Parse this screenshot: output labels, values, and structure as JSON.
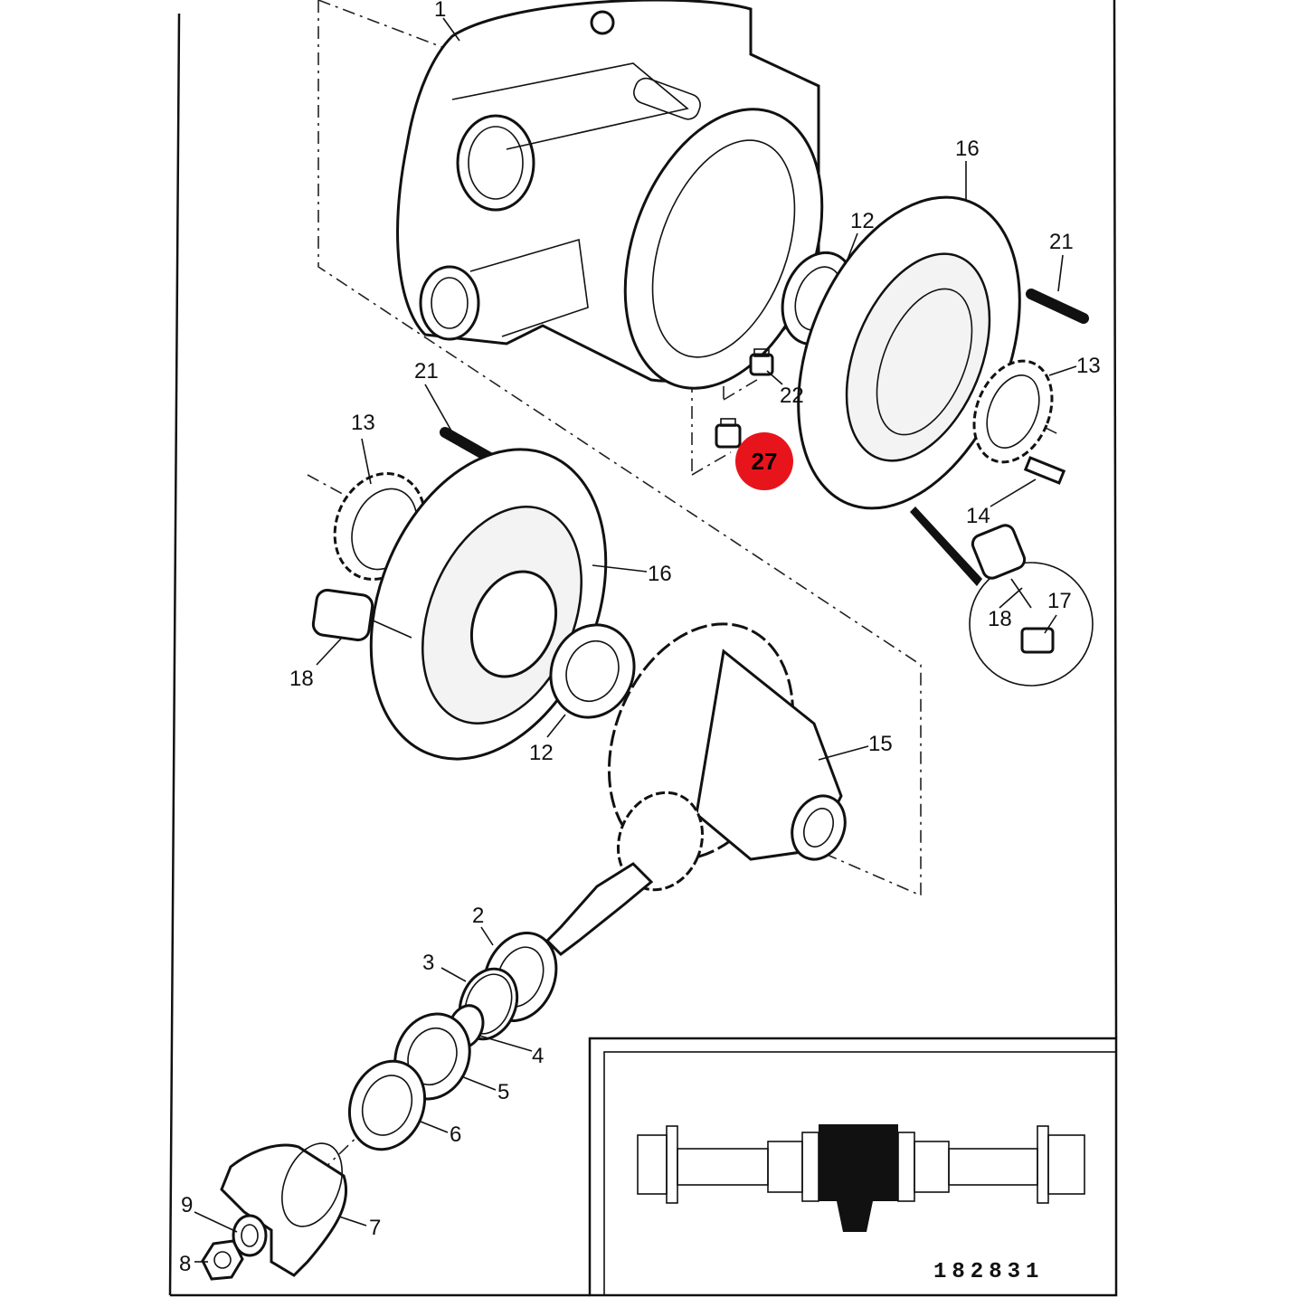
{
  "diagram": {
    "callouts": [
      {
        "id": "c1",
        "label": "1"
      },
      {
        "id": "c16a",
        "label": "16"
      },
      {
        "id": "c12a",
        "label": "12"
      },
      {
        "id": "c21a",
        "label": "21"
      },
      {
        "id": "c13a",
        "label": "13"
      },
      {
        "id": "c22",
        "label": "22"
      },
      {
        "id": "c14",
        "label": "14"
      },
      {
        "id": "c21b",
        "label": "21"
      },
      {
        "id": "c13b",
        "label": "13"
      },
      {
        "id": "c16b",
        "label": "16"
      },
      {
        "id": "c18a",
        "label": "18"
      },
      {
        "id": "c17",
        "label": "17"
      },
      {
        "id": "c18b",
        "label": "18"
      },
      {
        "id": "c12b",
        "label": "12"
      },
      {
        "id": "c15",
        "label": "15"
      },
      {
        "id": "c2",
        "label": "2"
      },
      {
        "id": "c3",
        "label": "3"
      },
      {
        "id": "c4",
        "label": "4"
      },
      {
        "id": "c5",
        "label": "5"
      },
      {
        "id": "c6",
        "label": "6"
      },
      {
        "id": "c7",
        "label": "7"
      },
      {
        "id": "c9",
        "label": "9"
      },
      {
        "id": "c8",
        "label": "8"
      }
    ],
    "highlight": {
      "label": "27",
      "color": "#e8141c"
    },
    "inset": {
      "reference": "182831"
    }
  }
}
